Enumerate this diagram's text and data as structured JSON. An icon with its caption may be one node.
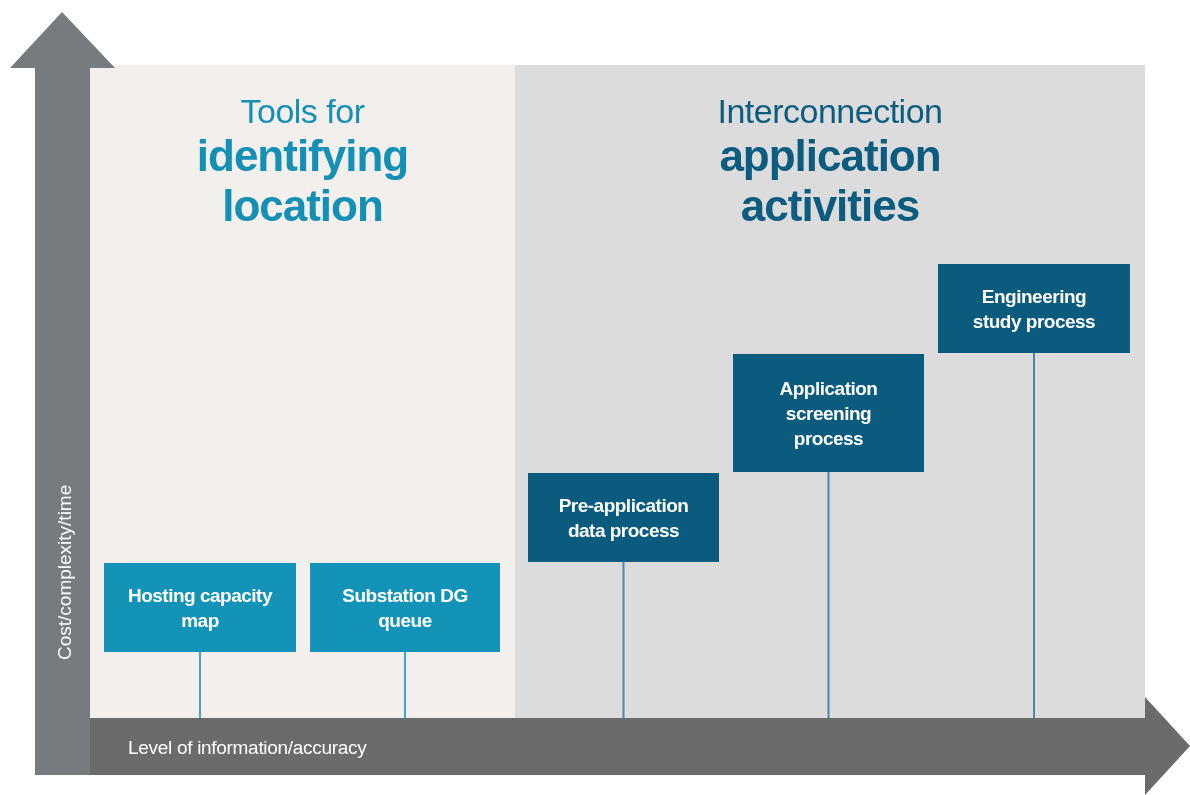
{
  "diagram": {
    "nodes": [
      {
        "text": [
          "Cost/complexity/time"
        ]
      },
      {
        "text": [
          "Tools for",
          "identifying location"
        ]
      },
      {
        "text": [
          "Hosting capacity map"
        ],
        "in": 1
      },
      {
        "text": [
          "Substation DG queue"
        ],
        "in": 1
      },
      {
        "text": [
          "Interconnection",
          "application activities"
        ]
      },
      {
        "text": [
          "Pre-application data process"
        ],
        "in": 4
      },
      {
        "text": [
          "Application screening process"
        ],
        "in": 4
      },
      {
        "text": [
          "Engineering study process"
        ],
        "in": 4
      },
      {
        "text": [
          "Level of information/accuracy"
        ]
      }
    ],
    "edges": [
      {
        "from": 2,
        "to": 8,
        "arrow": "none",
        "color": "#45a5c5"
      },
      {
        "from": 3,
        "to": 8,
        "arrow": "none",
        "color": "#45a5c5"
      },
      {
        "from": 5,
        "to": 8,
        "arrow": "none"
      },
      {
        "from": 6,
        "to": 8,
        "arrow": "none"
      },
      {
        "from": 7,
        "to": 8,
        "arrow": "none"
      }
    ]
  }
}
